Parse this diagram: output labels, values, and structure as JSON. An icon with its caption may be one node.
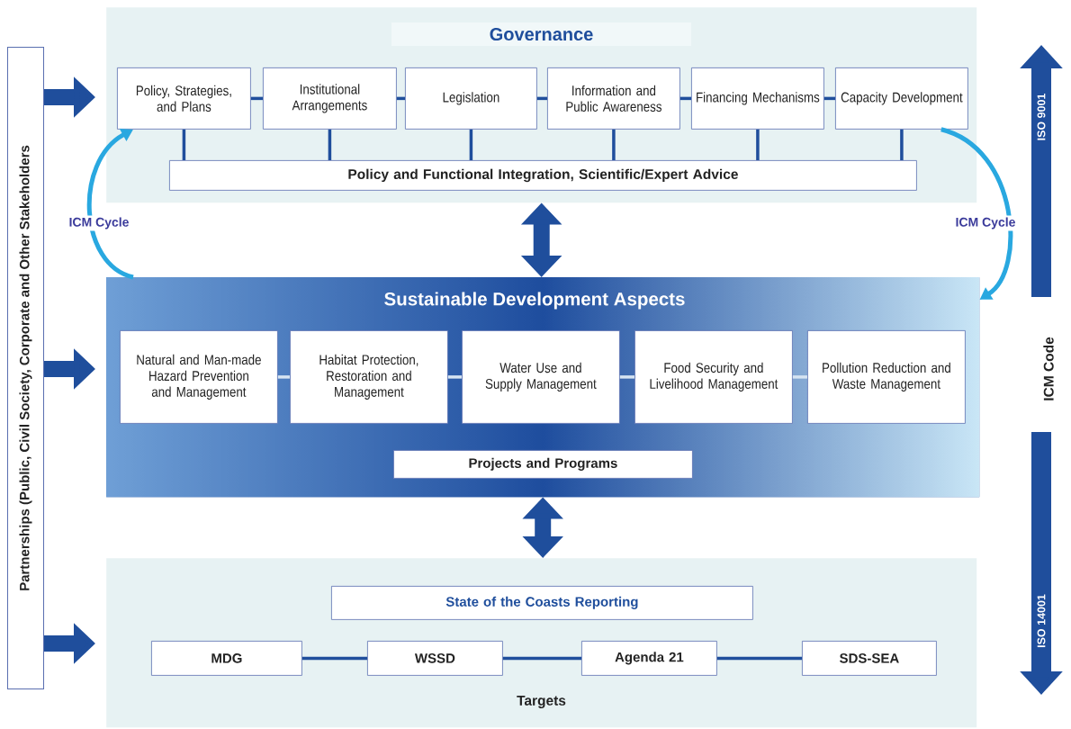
{
  "diagram": {
    "nodes": [
      {
        "text": [
          "Partnerships (Public, Civil Society, Corporate and Other Stakeholders"
        ]
      },
      {
        "text": [
          "Governance"
        ]
      },
      {
        "text": [
          "Policy, Strategies, and Plans"
        ],
        "in": 1
      },
      {
        "text": [
          "Institutional Arrangements"
        ],
        "in": 1
      },
      {
        "text": [
          "Legislation"
        ],
        "in": 1
      },
      {
        "text": [
          "Information and Public Awareness"
        ],
        "in": 1
      },
      {
        "text": [
          "Financing Mechanisms"
        ],
        "in": 1
      },
      {
        "text": [
          "Capacity Development"
        ],
        "in": 1
      },
      {
        "text": [
          "Policy and Functional Integration, Scientific/Expert Advice"
        ],
        "in": 1
      },
      {
        "text": [
          "Sustainable Development Aspects"
        ]
      },
      {
        "text": [
          "Natural and Man-made Hazard Prevention and Management"
        ],
        "in": 9
      },
      {
        "text": [
          "Habitat Protection, Restoration and Management"
        ],
        "in": 9
      },
      {
        "text": [
          "Water Use and Supply Management"
        ],
        "in": 9
      },
      {
        "text": [
          "Food Security and Livelihood Management"
        ],
        "in": 9
      },
      {
        "text": [
          "Pollution Reduction and Waste Management"
        ],
        "in": 9
      },
      {
        "text": [
          "Projects and Programs"
        ],
        "in": 9
      },
      {
        "text": [
          "Targets"
        ]
      },
      {
        "text": [
          "State of the Coasts Reporting"
        ],
        "in": 16
      },
      {
        "text": [
          "MDG"
        ],
        "in": 16
      },
      {
        "text": [
          "WSSD"
        ],
        "in": 16
      },
      {
        "text": [
          "Agenda 21"
        ],
        "in": 16
      },
      {
        "text": [
          "SDS-SEA"
        ],
        "in": 16
      }
    ],
    "edges": [
      {
        "from": 2,
        "to": 3,
        "arrow": "none"
      },
      {
        "from": 3,
        "to": 4,
        "arrow": "none"
      },
      {
        "from": 4,
        "to": 5,
        "arrow": "none"
      },
      {
        "from": 5,
        "to": 6,
        "arrow": "none"
      },
      {
        "from": 6,
        "to": 7,
        "arrow": "none"
      },
      {
        "from": 2,
        "to": 8,
        "arrow": "none"
      },
      {
        "from": 3,
        "to": 8,
        "arrow": "none"
      },
      {
        "from": 4,
        "to": 8,
        "arrow": "none"
      },
      {
        "from": 5,
        "to": 8,
        "arrow": "none"
      },
      {
        "from": 6,
        "to": 8,
        "arrow": "none"
      },
      {
        "from": 7,
        "to": 8,
        "arrow": "none"
      },
      {
        "from": 1,
        "to": 9,
        "arrow": "both",
        "style": "thick"
      },
      {
        "from": 10,
        "to": 11,
        "arrow": "none",
        "color": "#d6e4f2"
      },
      {
        "from": 11,
        "to": 12,
        "arrow": "none",
        "color": "#d6e4f2"
      },
      {
        "from": 12,
        "to": 13,
        "arrow": "none",
        "color": "#d6e4f2"
      },
      {
        "from": 13,
        "to": 14,
        "arrow": "none",
        "color": "#d6e4f2"
      },
      {
        "from": 9,
        "to": 16,
        "arrow": "both",
        "style": "thick"
      },
      {
        "from": 18,
        "to": 19,
        "arrow": "none"
      },
      {
        "from": 19,
        "to": 20,
        "arrow": "none"
      },
      {
        "from": 20,
        "to": 21,
        "arrow": "none"
      },
      {
        "from": 0,
        "to": 1,
        "arrow": "to",
        "style": "thick"
      },
      {
        "from": 0,
        "to": 9,
        "arrow": "to",
        "style": "thick"
      },
      {
        "from": 0,
        "to": 16,
        "arrow": "to",
        "style": "thick"
      },
      {
        "from": 9,
        "to": 2,
        "arrow": "to",
        "label": "ICM Cycle",
        "color": "#29a8e0"
      },
      {
        "from": 7,
        "to": 9,
        "arrow": "to",
        "label": "ICM Cycle",
        "color": "#29a8e0"
      }
    ],
    "labels": [
      "ISO 9001",
      "ICM Code",
      "ISO 14001"
    ]
  }
}
